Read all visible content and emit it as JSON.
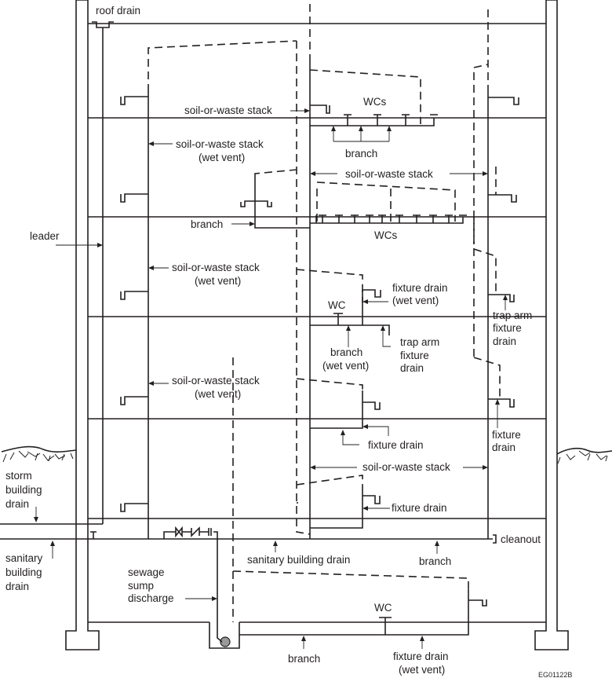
{
  "figure_id": "EG01122B",
  "colors": {
    "line": "#231f20",
    "background": "#ffffff",
    "sump_pump": "#9a9a9a"
  },
  "labels": {
    "roof_drain": "roof drain",
    "leader": "leader",
    "soil_stack_top": "soil-or-waste stack",
    "wcs_top": "WCs",
    "branch_top": "branch",
    "wet_vent_stack_1_line1": "soil-or-waste stack",
    "wet_vent_stack_1_line2": "(wet vent)",
    "soil_stack_mid": "soil-or-waste stack",
    "branch_left": "branch",
    "wcs_mid": "WCs",
    "wet_vent_stack_2_line1": "soil-or-waste stack",
    "wet_vent_stack_2_line2": "(wet vent)",
    "fixture_drain_wet_vent_line1": "fixture drain",
    "fixture_drain_wet_vent_line2": "(wet vent)",
    "wc_single": "WC",
    "trap_arm_right_line1": "trap arm",
    "trap_arm_right_line2": "fixture",
    "trap_arm_right_line3": "drain",
    "branch_wet_vent_line1": "branch",
    "branch_wet_vent_line2": "(wet vent)",
    "trap_arm_center_line1": "trap arm",
    "trap_arm_center_line2": "fixture",
    "trap_arm_center_line3": "drain",
    "wet_vent_stack_3_line1": "soil-or-waste stack",
    "wet_vent_stack_3_line2": "(wet vent)",
    "fixture_drain_center": "fixture drain",
    "fixture_drain_right_line1": "fixture",
    "fixture_drain_right_line2": "drain",
    "soil_stack_low": "soil-or-waste stack",
    "fixture_drain_low": "fixture drain",
    "storm_drain_line1": "storm",
    "storm_drain_line2": "building",
    "storm_drain_line3": "drain",
    "sanitary_drain_line1": "sanitary",
    "sanitary_drain_line2": "building",
    "sanitary_drain_line3": "drain",
    "sanitary_building_drain": "sanitary building drain",
    "branch_cleanout": "branch",
    "cleanout": "cleanout",
    "sewage_line1": "sewage",
    "sewage_line2": "sump",
    "sewage_line3": "discharge",
    "wc_basement": "WC",
    "branch_basement": "branch",
    "fixture_drain_basement_line1": "fixture drain",
    "fixture_drain_basement_line2": "(wet vent)"
  }
}
